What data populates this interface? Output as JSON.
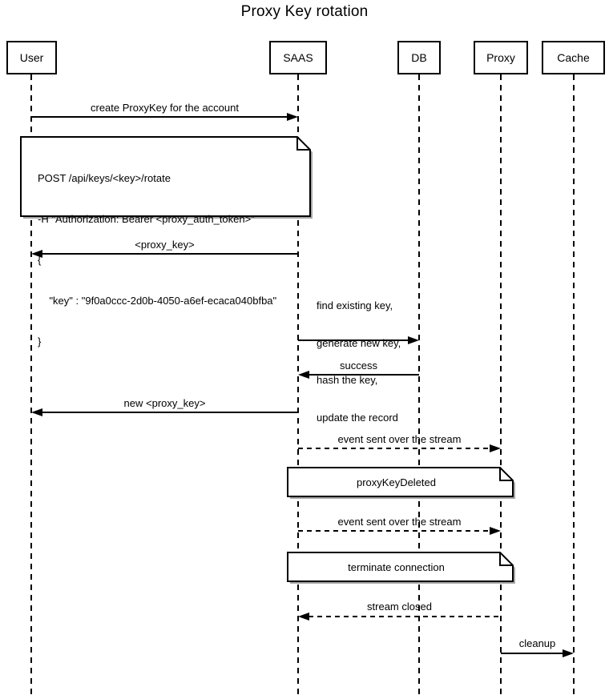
{
  "title": "Proxy Key rotation",
  "colors": {
    "line": "#000000",
    "background": "#ffffff",
    "note_fill": "#ffffff"
  },
  "participants": [
    {
      "label": "User"
    },
    {
      "label": "SAAS"
    },
    {
      "label": "DB"
    },
    {
      "label": "Proxy"
    },
    {
      "label": "Cache"
    }
  ],
  "messages": [
    {
      "label": "create ProxyKey for the account",
      "from": "User",
      "to": "SAAS",
      "style": "solid"
    },
    {
      "label": "<proxy_key>",
      "from": "SAAS",
      "to": "User",
      "style": "solid"
    },
    {
      "label": "",
      "from": "SAAS",
      "to": "DB",
      "style": "solid"
    },
    {
      "label": "success",
      "from": "DB",
      "to": "SAAS",
      "style": "solid"
    },
    {
      "label": "new <proxy_key>",
      "from": "SAAS",
      "to": "User",
      "style": "solid"
    },
    {
      "label": "event sent over the stream",
      "from": "SAAS",
      "to": "Proxy",
      "style": "dashed"
    },
    {
      "label": "event sent over the stream",
      "from": "SAAS",
      "to": "Proxy",
      "style": "dashed"
    },
    {
      "label": "stream closed",
      "from": "Proxy",
      "to": "SAAS",
      "style": "dashed"
    },
    {
      "label": "cleanup",
      "from": "Proxy",
      "to": "Cache",
      "style": "solid"
    }
  ],
  "notes": [
    {
      "type": "code",
      "lines": [
        "POST /api/keys/<key>/rotate",
        "-H \"Authorization: Bearer <proxy_auth_token>\"",
        "{",
        "    \"key\" : \"9f0a0ccc-2d0b-4050-a6ef-ecaca040bfba\"",
        "}"
      ]
    },
    {
      "type": "label",
      "label": "proxyKeyDeleted"
    },
    {
      "type": "label",
      "label": "terminate connection"
    }
  ],
  "db_action": {
    "lines": [
      "find existing key,",
      "generate new key,",
      "hash the key,",
      "update the record"
    ]
  }
}
